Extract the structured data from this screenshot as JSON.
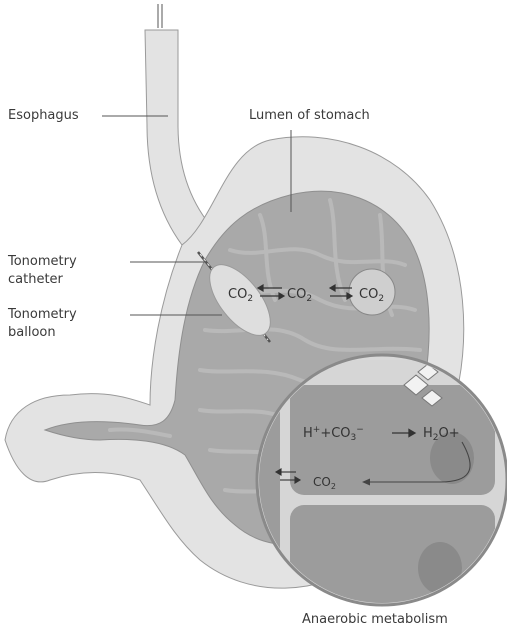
{
  "labels": {
    "esophagus": "Esophagus",
    "lumen": "Lumen of stomach",
    "catheter": [
      "Tonometry",
      "catheter"
    ],
    "balloon": [
      "Tonometry",
      "balloon"
    ],
    "anaerobic": "Anaerobic metabolism"
  },
  "molecules": {
    "co2_main": "CO",
    "co2_sub": "2"
  },
  "reaction": {
    "h_plus": "H",
    "plus_sup": "+",
    "plus_sign": "+",
    "co3": "CO",
    "co3_sub": "3",
    "co3_sup": "−",
    "h2o": "H",
    "h2o_sub": "2",
    "h2o_o": "O",
    "h2o_plus": "+"
  },
  "colors": {
    "outer_tissue": "#e3e3e3",
    "inner_lumen": "#a9a9a9",
    "rugae": "#bdbdbd",
    "outline": "#9a9a9a",
    "balloon": "#dedede",
    "cell": "#9c9c9c",
    "circle_bg": "#cfcfcf",
    "leader": "#555555"
  }
}
